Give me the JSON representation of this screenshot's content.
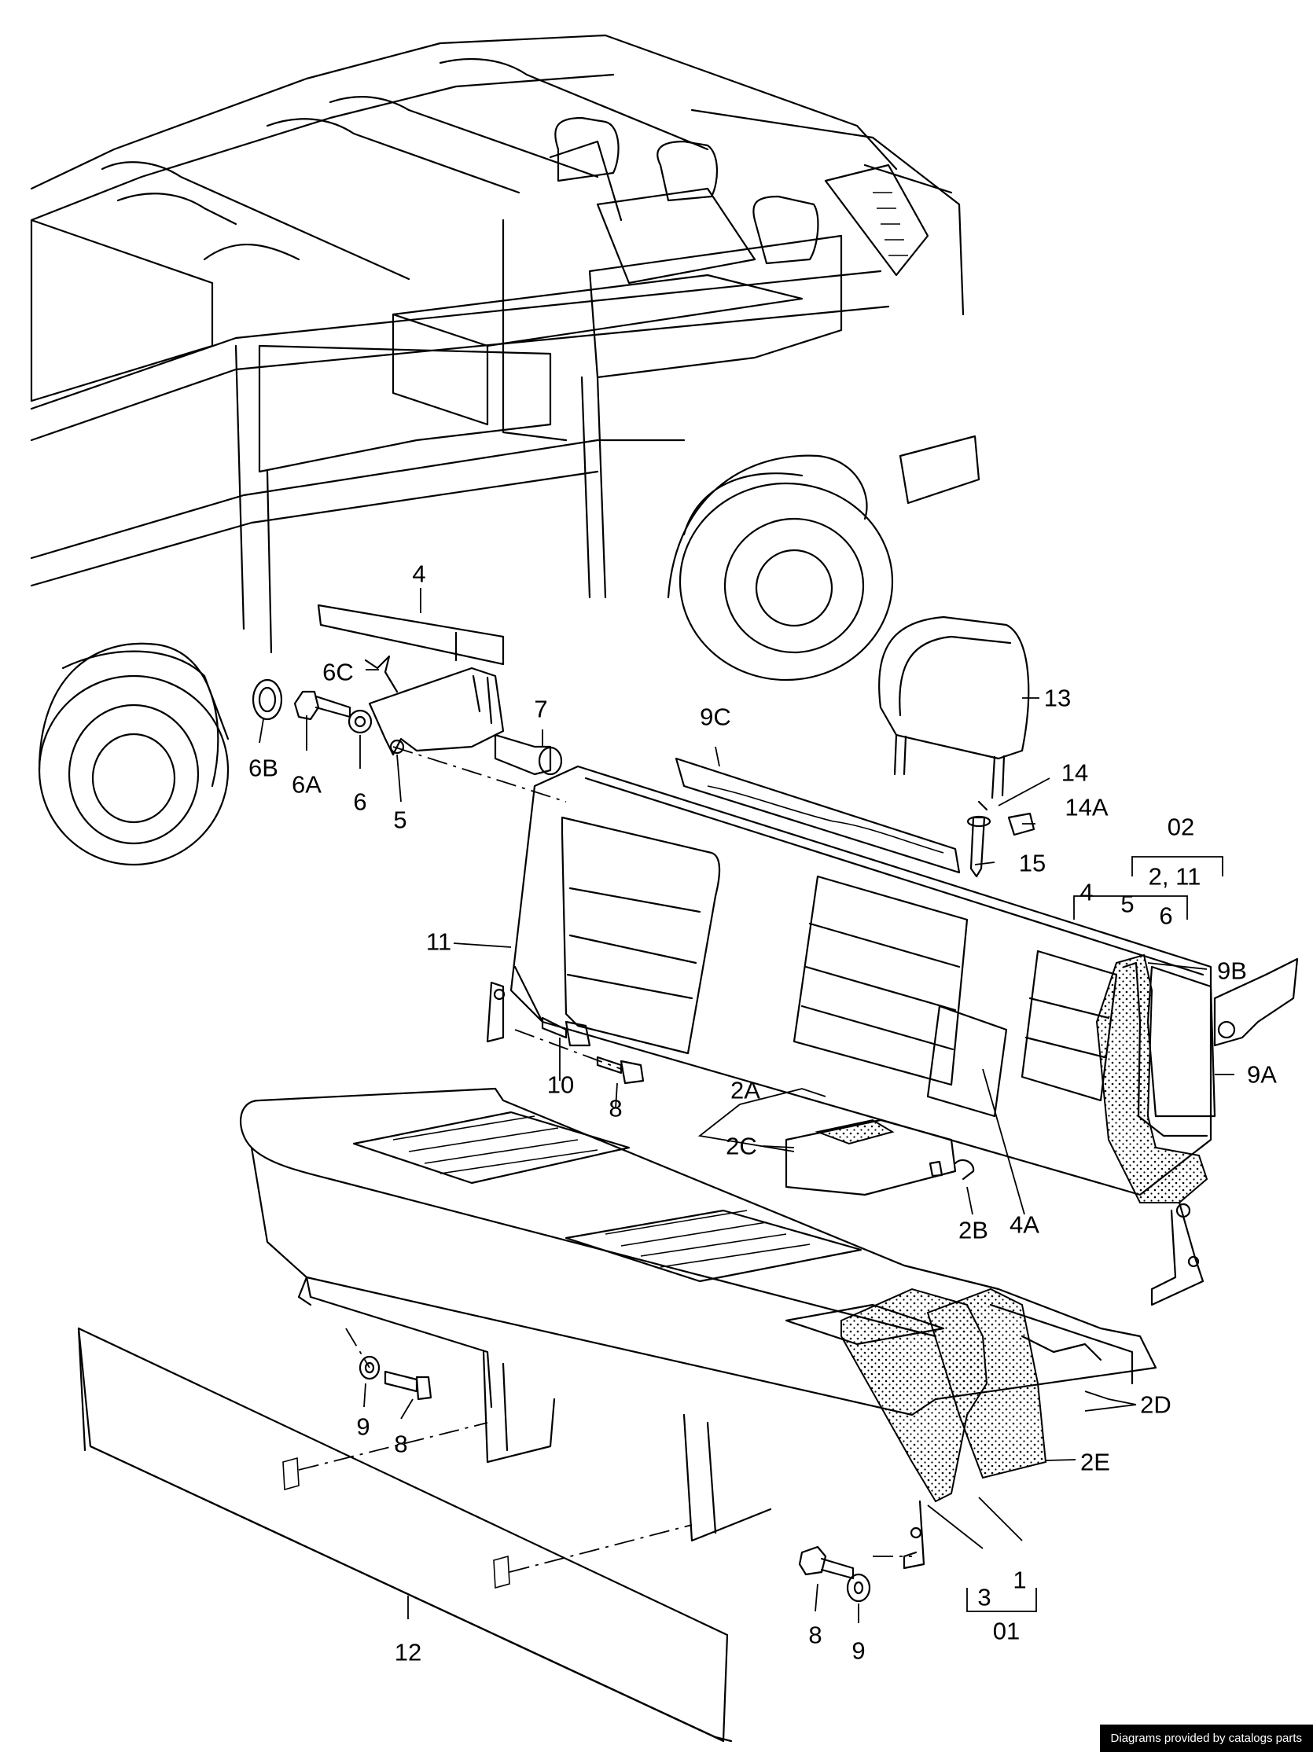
{
  "labels": {
    "l4": "4",
    "l6C": "6C",
    "l7": "7",
    "l9C": "9C",
    "l13": "13",
    "l6B": "6B",
    "l6A": "6A",
    "l6": "6",
    "l5": "5",
    "l14": "14",
    "l14A": "14A",
    "l15": "15",
    "l02": "02",
    "l2_11": "2, 11",
    "g4": "4",
    "g5": "5",
    "g6": "6",
    "l11": "11",
    "l9B": "9B",
    "l9A": "9A",
    "l10": "10",
    "l8a": "8",
    "l2A": "2A",
    "l2C": "2C",
    "l2B": "2B",
    "l4A": "4A",
    "l2D": "2D",
    "l2E": "2E",
    "l9a": "9",
    "l8b": "8",
    "l3": "3",
    "l1": "1",
    "l01": "01",
    "l12": "12",
    "l8c": "8",
    "l9b": "9"
  },
  "credit": "Diagrams provided by catalogs parts"
}
